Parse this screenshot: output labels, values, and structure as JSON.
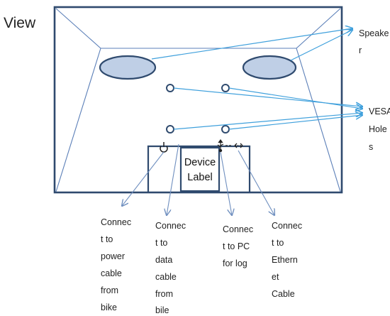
{
  "title": "View",
  "device_label": [
    "Device",
    "Label"
  ],
  "callouts": {
    "speaker": [
      "Speake",
      "r"
    ],
    "vesa": [
      "VESA",
      "Hole",
      "s"
    ],
    "power": [
      "Connec",
      "t to",
      "power",
      "cable",
      "from",
      "bike"
    ],
    "data": [
      "Connec",
      "t to",
      "data",
      "cable",
      "from",
      "bile"
    ],
    "pc": [
      "Connec",
      "t to PC",
      "for log"
    ],
    "ethernet": [
      "Connec",
      "t to",
      "Ethern",
      "et",
      "Cable"
    ]
  },
  "icons": {
    "power": "power-icon",
    "usb": "usb-icon",
    "ethernet": "network-icon"
  },
  "colors": {
    "device_outline": "#2f4a6e",
    "thin_line": "#5b7fb8",
    "speaker_fill": "#bfcfe6",
    "arrow": "#3fa0dc",
    "callout_line": "#6f8fbf"
  }
}
